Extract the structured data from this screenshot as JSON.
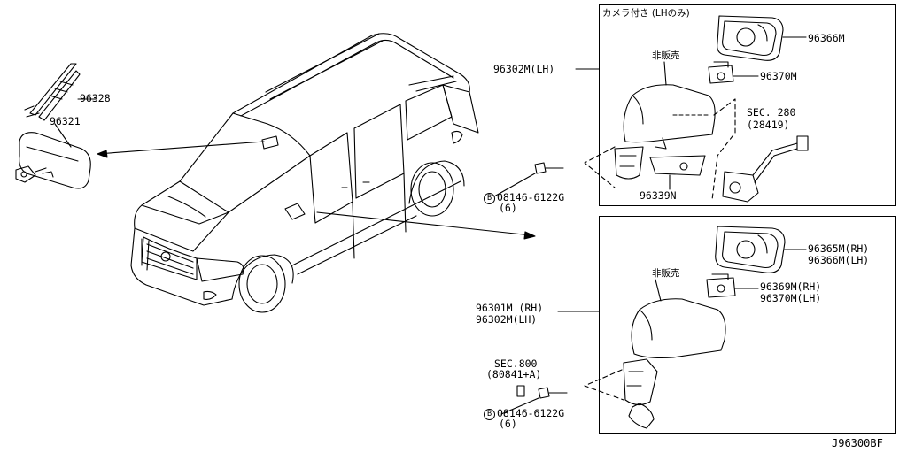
{
  "diagram_code": "J96300BF",
  "colors": {
    "line": "#000000",
    "background": "#ffffff"
  },
  "rear_view_mirror": {
    "stay_part": "96328",
    "mirror_part": "96321"
  },
  "upper_box": {
    "header_note": "カメラ付き (LHのみ)",
    "not_sold_note": "非販売",
    "assembly_part": "96302M(LH)",
    "glass_part": "96366M",
    "actuator_part": "96370M",
    "cover_part": "96339N",
    "sec_ref": "SEC. 280",
    "sec_ref_sub": "(28419)"
  },
  "lower_box": {
    "not_sold_note": "非販売",
    "assembly_part_rh": "96301M (RH)",
    "assembly_part_lh": "96302M(LH)",
    "glass_part_rh": "96365M(RH)",
    "glass_part_lh": "96366M(LH)",
    "actuator_part_rh": "96369M(RH)",
    "actuator_part_lh": "96370M(LH)",
    "sec_ref": "SEC.800",
    "sec_ref_sub": "(80841+A)"
  },
  "bolts": [
    {
      "marker": "B",
      "part": "08146-6122G",
      "qty": "(6)"
    },
    {
      "marker": "B",
      "part": "08146-6122G",
      "qty": "(6)"
    }
  ],
  "icons": [
    "car-outline",
    "rear-view-mirror",
    "door-mirror",
    "mirror-glass",
    "actuator-motor",
    "camera-unit",
    "bolt"
  ]
}
